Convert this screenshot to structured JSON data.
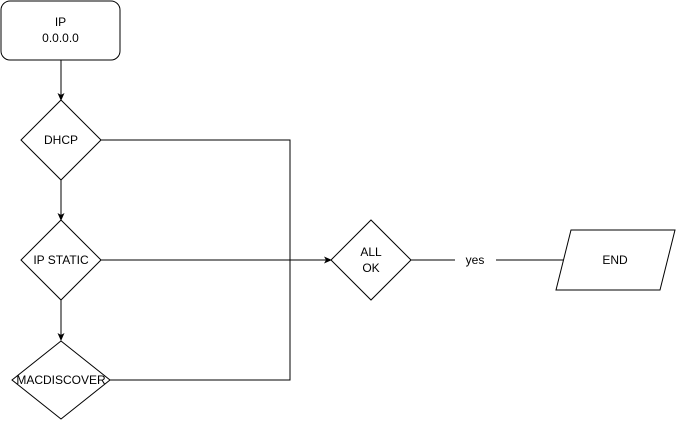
{
  "nodes": {
    "ip": {
      "line1": "IP",
      "line2": "0.0.0.0"
    },
    "dhcp": {
      "label": "DHCP"
    },
    "ip_static": {
      "label": "IP STATIC"
    },
    "macdiscover": {
      "label": "MACDISCOVER"
    },
    "all_ok": {
      "line1": "ALL",
      "line2": "OK"
    },
    "end": {
      "label": "END"
    }
  },
  "edges": {
    "yes_label": "yes"
  },
  "colors": {
    "stroke": "#000000",
    "fill": "#ffffff"
  }
}
